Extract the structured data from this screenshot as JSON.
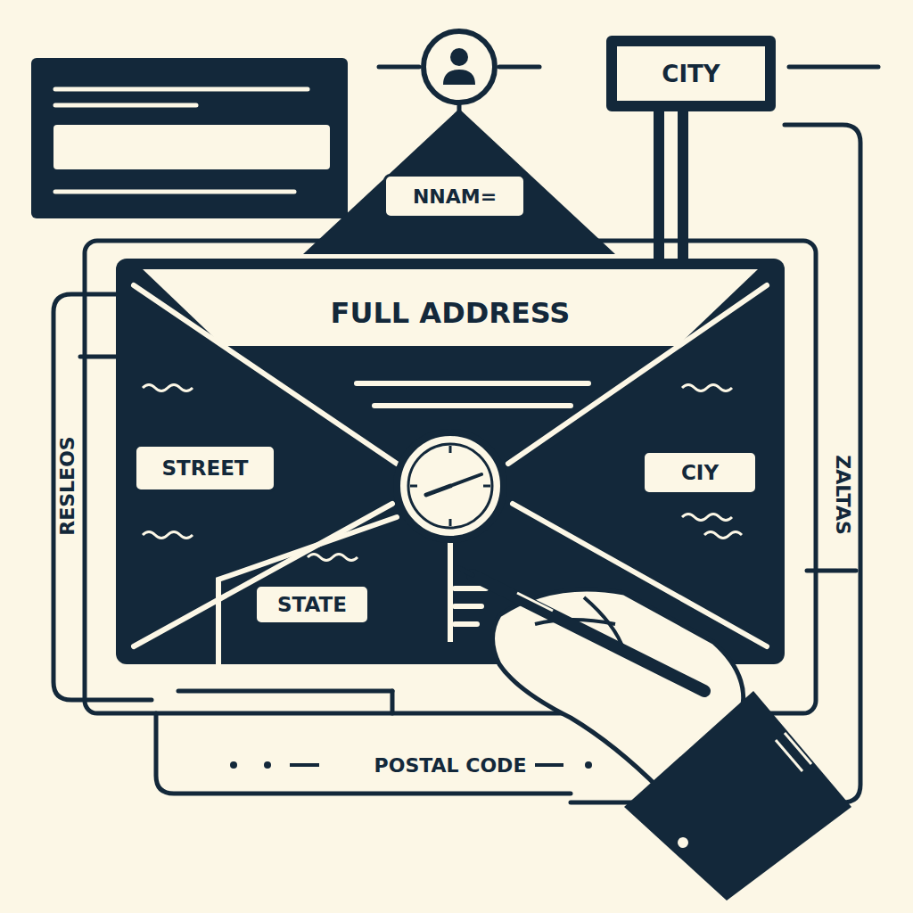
{
  "diagram": {
    "nodes": [
      {
        "text": [
          "CITY"
        ]
      },
      {
        "text": [
          "NNAM="
        ]
      },
      {
        "text": [
          "FULL ADDRESS"
        ]
      },
      {
        "text": [
          "STREET"
        ],
        "in": 2
      },
      {
        "text": [
          "CIY"
        ],
        "in": 2
      },
      {
        "text": [
          "STATE"
        ],
        "in": 2
      }
    ],
    "labels": [
      "RESLEOS",
      "ZALTAS",
      "POSTAL CODE"
    ]
  }
}
